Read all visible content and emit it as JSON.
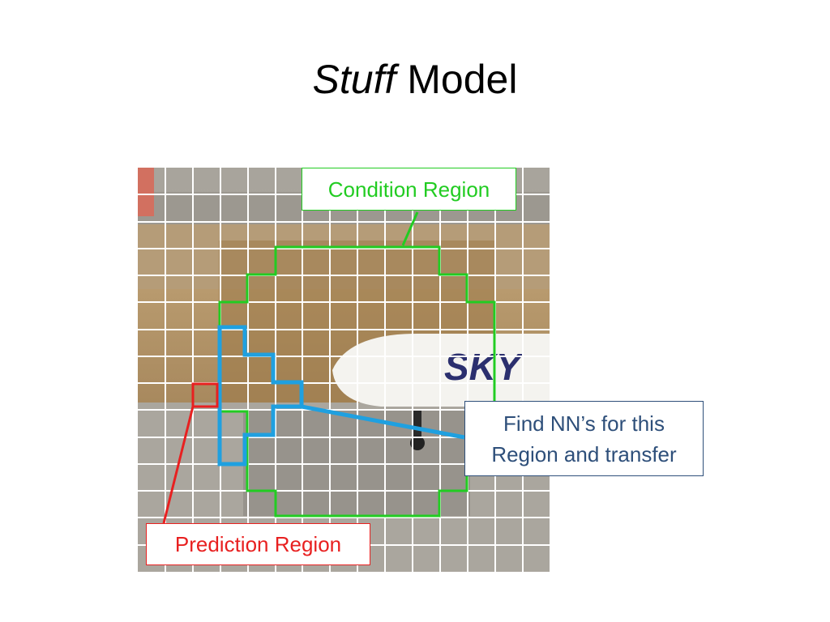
{
  "slide": {
    "title_italic": "Stuff",
    "title_rest": " Model"
  },
  "callouts": {
    "condition": "Condition Region",
    "nn_line1": "Find NN’s for this",
    "nn_line2": "Region and transfer",
    "prediction": "Prediction Region"
  },
  "figure": {
    "aircraft_lettering": "SKY"
  },
  "colors": {
    "condition": "#22cc22",
    "nn": "#1fa0e0",
    "prediction": "#e82020",
    "grid": "#ffffff"
  }
}
